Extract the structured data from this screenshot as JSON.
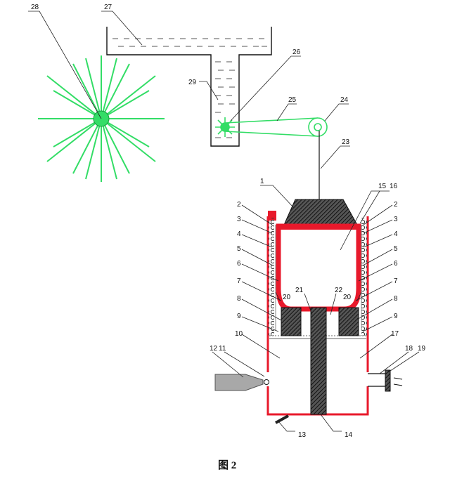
{
  "caption": "图 2",
  "colors": {
    "red": "#e8192b",
    "green": "#33dd66",
    "dark": "#222222",
    "gray": "#9b9b9b",
    "hatch": "#3a3a3a"
  },
  "labels": {
    "l1": "1",
    "l2a": "2",
    "l3a": "3",
    "l4a": "4",
    "l5a": "5",
    "l6a": "6",
    "l7a": "7",
    "l8a": "8",
    "l9a": "9",
    "l10": "10",
    "l11": "11",
    "l12": "12",
    "l13": "13",
    "l14": "14",
    "l15": "15",
    "l16": "16",
    "l2b": "2",
    "l3b": "3",
    "l4b": "4",
    "l5b": "5",
    "l6b": "6",
    "l7b": "7",
    "l8b": "8",
    "l9b": "9",
    "l17": "17",
    "l18": "18",
    "l19": "19",
    "l20a": "20",
    "l20b": "20",
    "l21": "21",
    "l22": "22",
    "l23": "23",
    "l24": "24",
    "l25": "25",
    "l26": "26",
    "l27": "27",
    "l28": "28",
    "l29": "29"
  }
}
